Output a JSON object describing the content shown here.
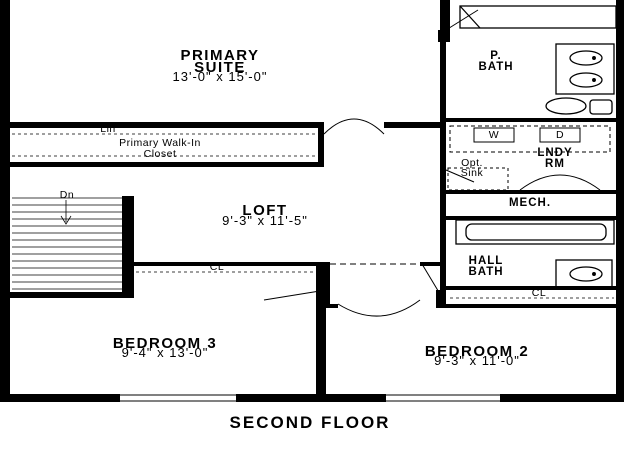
{
  "floor_title": "SECOND FLOOR",
  "rooms": {
    "primary_suite": {
      "name_line1": "PRIMARY",
      "name_line2": "SUITE",
      "dims": "13'-0\" x 15'-0\""
    },
    "p_bath": {
      "name_line1": "P.",
      "name_line2": "BATH"
    },
    "lndy_rm": {
      "name_line1": "LNDY",
      "name_line2": "RM",
      "washer": "W",
      "dryer": "D"
    },
    "opt_sink": {
      "line1": "Opt.",
      "line2": "Sink"
    },
    "walk_in": {
      "lin": "Lin",
      "line1": "Primary Walk-In",
      "line2": "Closet"
    },
    "mech": {
      "name": "MECH."
    },
    "loft": {
      "name": "LOFT",
      "dims": "9'-3\" x 11'-5\""
    },
    "stairs": {
      "label": "Dn"
    },
    "hall_bath": {
      "name_line1": "HALL",
      "name_line2": "BATH"
    },
    "bedroom3": {
      "name": "BEDROOM 3",
      "dims": "9'-4\" x 13'-0\"",
      "closet": "CL"
    },
    "bedroom2": {
      "name": "BEDROOM 2",
      "dims": "9'-3\" x 11'-0\"",
      "closet": "CL"
    }
  }
}
